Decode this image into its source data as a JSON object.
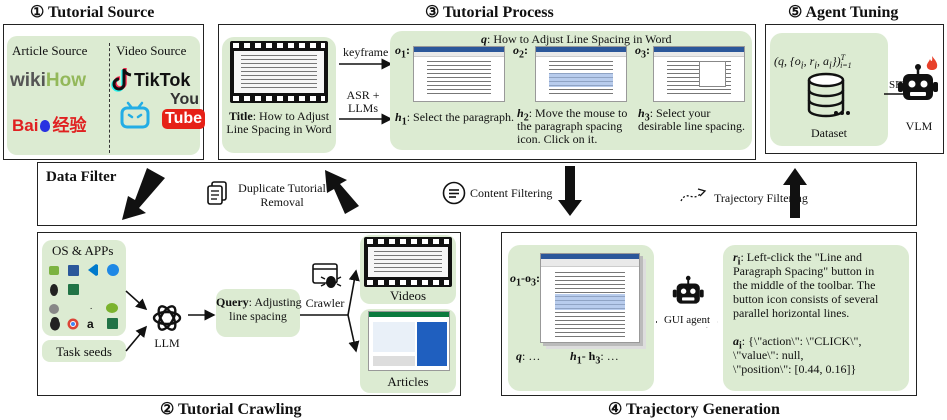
{
  "sections": {
    "source_title": "① Tutorial Source",
    "process_title": "③ Tutorial Process",
    "tuning_title": "⑤ Agent Tuning",
    "crawling_title": "② Tutorial Crawling",
    "generation_title": "④ Trajectory Generation"
  },
  "source": {
    "article_label": "Article Source",
    "video_label": "Video Source",
    "logos": [
      "wiki",
      "How",
      "Bai",
      "经验",
      "TikTok",
      "You",
      "Tube"
    ]
  },
  "process": {
    "keyframe_label": "keyframe",
    "asr_label_1": "ASR +",
    "asr_label_2": "LLMs",
    "title_label": "Title",
    "title_text_1": ": How to Adjust",
    "title_text_2": "Line Spacing in Word",
    "query_var": "q",
    "query_text": ": How to Adjust Line Spacing in Word",
    "obs_1": "o",
    "obs_1_sub": "1",
    "obs_2": "o",
    "obs_2_sub": "2",
    "obs_3": "o",
    "obs_3_sub": "3",
    "h1_var": "h",
    "h1_sub": "1",
    "h1_text": ": Select the paragraph.",
    "h2_var": "h",
    "h2_sub": "2",
    "h2_text_1": ": Move the mouse to",
    "h2_text_2": "the paragraph spacing",
    "h2_text_3": "icon. Click on it.",
    "h3_var": "h",
    "h3_sub": "3",
    "h3_text_1": ": Select your",
    "h3_text_2": "desirable line spacing."
  },
  "tuning": {
    "tuple_text": "(q, {o",
    "tuple_sub": "i",
    "tuple_mid_1": ", r",
    "tuple_mid_2": ", a",
    "tuple_end": "})",
    "tuple_sup": "T",
    "tuple_low": "i=1",
    "sft_label": "SFT",
    "dataset_label": "Dataset",
    "vlm_label": "VLM"
  },
  "filter": {
    "title": "Data Filter",
    "duplicate_1": "Duplicate Tutorial",
    "duplicate_2": "Removal",
    "content": "Content Filtering",
    "trajectory": "Trajectory Filtering"
  },
  "crawling": {
    "os_apps": "OS & APPs",
    "task_seeds": "Task seeds",
    "llm": "LLM",
    "query_label": "Query",
    "query_text_1": ": Adjusting",
    "query_text_2": "line spacing",
    "crawler": "Crawler",
    "videos": "Videos",
    "articles": "Articles"
  },
  "generation": {
    "obs_range": "o",
    "obs_range_sub_1": "1",
    "obs_range_mid": "-o",
    "obs_range_sub_2": "3",
    "obs_range_end": ":",
    "q_label": "q",
    "q_dots": ": …",
    "h_label": "h",
    "h_sub_1": "1",
    "h_mid": "- h",
    "h_sub_2": "3",
    "h_dots": ": …",
    "agent_label": "GUI agent",
    "r_var": "r",
    "r_sub": "i",
    "r_text": [
      ": Left-click the \"Line and",
      "Paragraph Spacing\" button in",
      "the middle of the toolbar. The",
      "button icon consists of several",
      "parallel horizontal lines."
    ],
    "a_var": "a",
    "a_sub": "i",
    "a_text": [
      ": {\\\"action\\\": \\\"CLICK\\\",",
      "\\\"value\\\": null,",
      "\\\"position\\\": [0.44, 0.16]}"
    ]
  },
  "colors": {
    "panel_green": "#dcebd2",
    "wikihow_gray": "#555555",
    "wikihow_green": "#93b85a",
    "baidu_red": "#e02020",
    "baidu_blue": "#2932e1",
    "youtube_red": "#e62117",
    "bilibili_blue": "#23ade5",
    "fire_red": "#e8402a"
  },
  "icons": [
    "film-strip-icon",
    "word-document-icon",
    "database-icon",
    "robot-icon",
    "fire-icon",
    "document-icon",
    "filter-icon",
    "curve-arrow-icon",
    "openai-icon",
    "crawler-icon",
    "os-app-icon"
  ]
}
